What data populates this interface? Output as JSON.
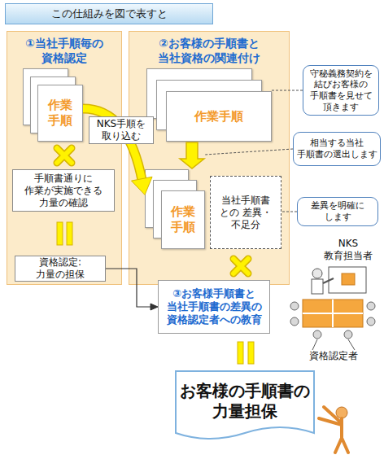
{
  "diagram": {
    "title": "この仕組みを図で表すと",
    "nodes": [
      {
        "text": [
          "①当社手順毎の 資格認定"
        ]
      },
      {
        "text": [
          "作業 手順"
        ],
        "in": 0
      },
      {
        "text": [
          "手順書通りに 作業が実施できる 力量の確認"
        ],
        "in": 0
      },
      {
        "text": [
          "資格認定: 力量の担保"
        ],
        "in": 0
      },
      {
        "text": [
          "②お客様の手順書と 当社資格の関連付け"
        ]
      },
      {
        "text": [
          "作業手順"
        ],
        "in": 4
      },
      {
        "text": [
          "作業 手順"
        ],
        "in": 4
      },
      {
        "text": [
          "当社手順書 との 差異・不足分"
        ],
        "in": 4
      },
      {
        "text": [
          "守秘義務契約を 結びお客様の 手順書を見せて 頂きます"
        ]
      },
      {
        "text": [
          "相当する当社 手順書の選出します"
        ]
      },
      {
        "text": [
          "差異を明確に します"
        ]
      },
      {
        "text": [
          "③お客様手順書と 当社手順書の差異の 資格認定者への教育"
        ]
      },
      {
        "text": [
          "お客様の手順書の 力量担保"
        ]
      }
    ],
    "edges": [
      {
        "from": 1,
        "to": 6,
        "label": "NKS手順を 取り込む",
        "arrow": "to"
      },
      {
        "from": 5,
        "to": 6,
        "arrow": "to"
      },
      {
        "from": 3,
        "to": 11,
        "arrow": "to"
      },
      {
        "from": 8,
        "to": 5,
        "arrow": "none"
      },
      {
        "from": 10,
        "to": 7,
        "arrow": "none"
      }
    ],
    "labels": [
      "NKS 教育担当者",
      "資格認定者"
    ]
  }
}
